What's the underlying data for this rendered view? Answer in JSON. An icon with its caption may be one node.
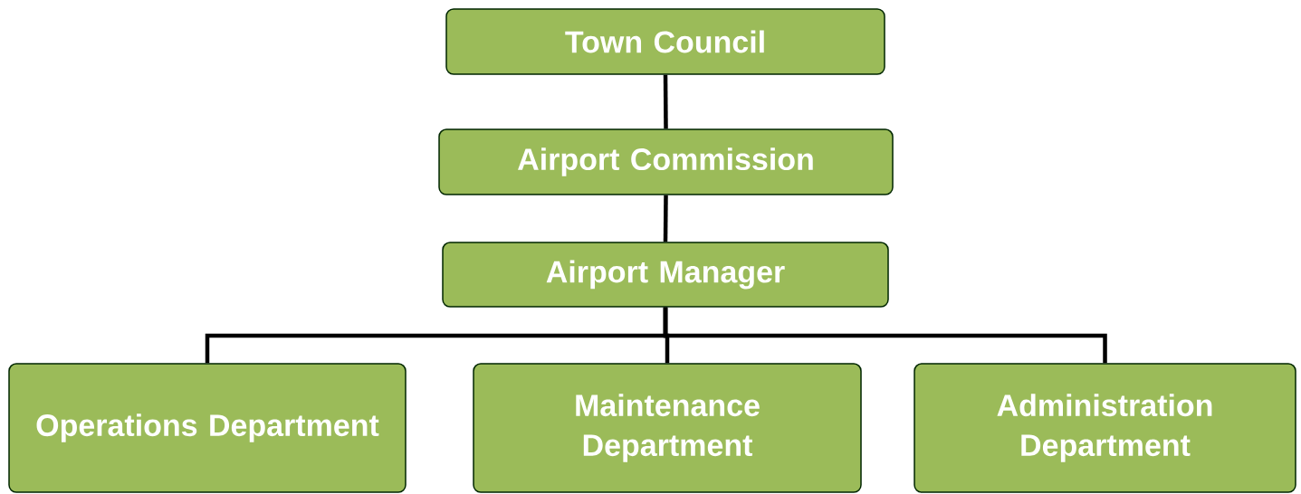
{
  "diagram": {
    "nodes": [
      {
        "text": [
          "Town Council"
        ]
      },
      {
        "text": [
          "Airport Commission"
        ]
      },
      {
        "text": [
          "Airport Manager"
        ]
      },
      {
        "text": [
          "Operations Department"
        ]
      },
      {
        "text": [
          "Maintenance Department"
        ]
      },
      {
        "text": [
          "Administration Department"
        ]
      }
    ],
    "edges": [
      {
        "from": 0,
        "to": 1,
        "arrow": "none"
      },
      {
        "from": 1,
        "to": 2,
        "arrow": "none"
      },
      {
        "from": 2,
        "to": 3,
        "arrow": "none"
      },
      {
        "from": 2,
        "to": 4,
        "arrow": "none"
      },
      {
        "from": 2,
        "to": 5,
        "arrow": "none"
      }
    ]
  }
}
